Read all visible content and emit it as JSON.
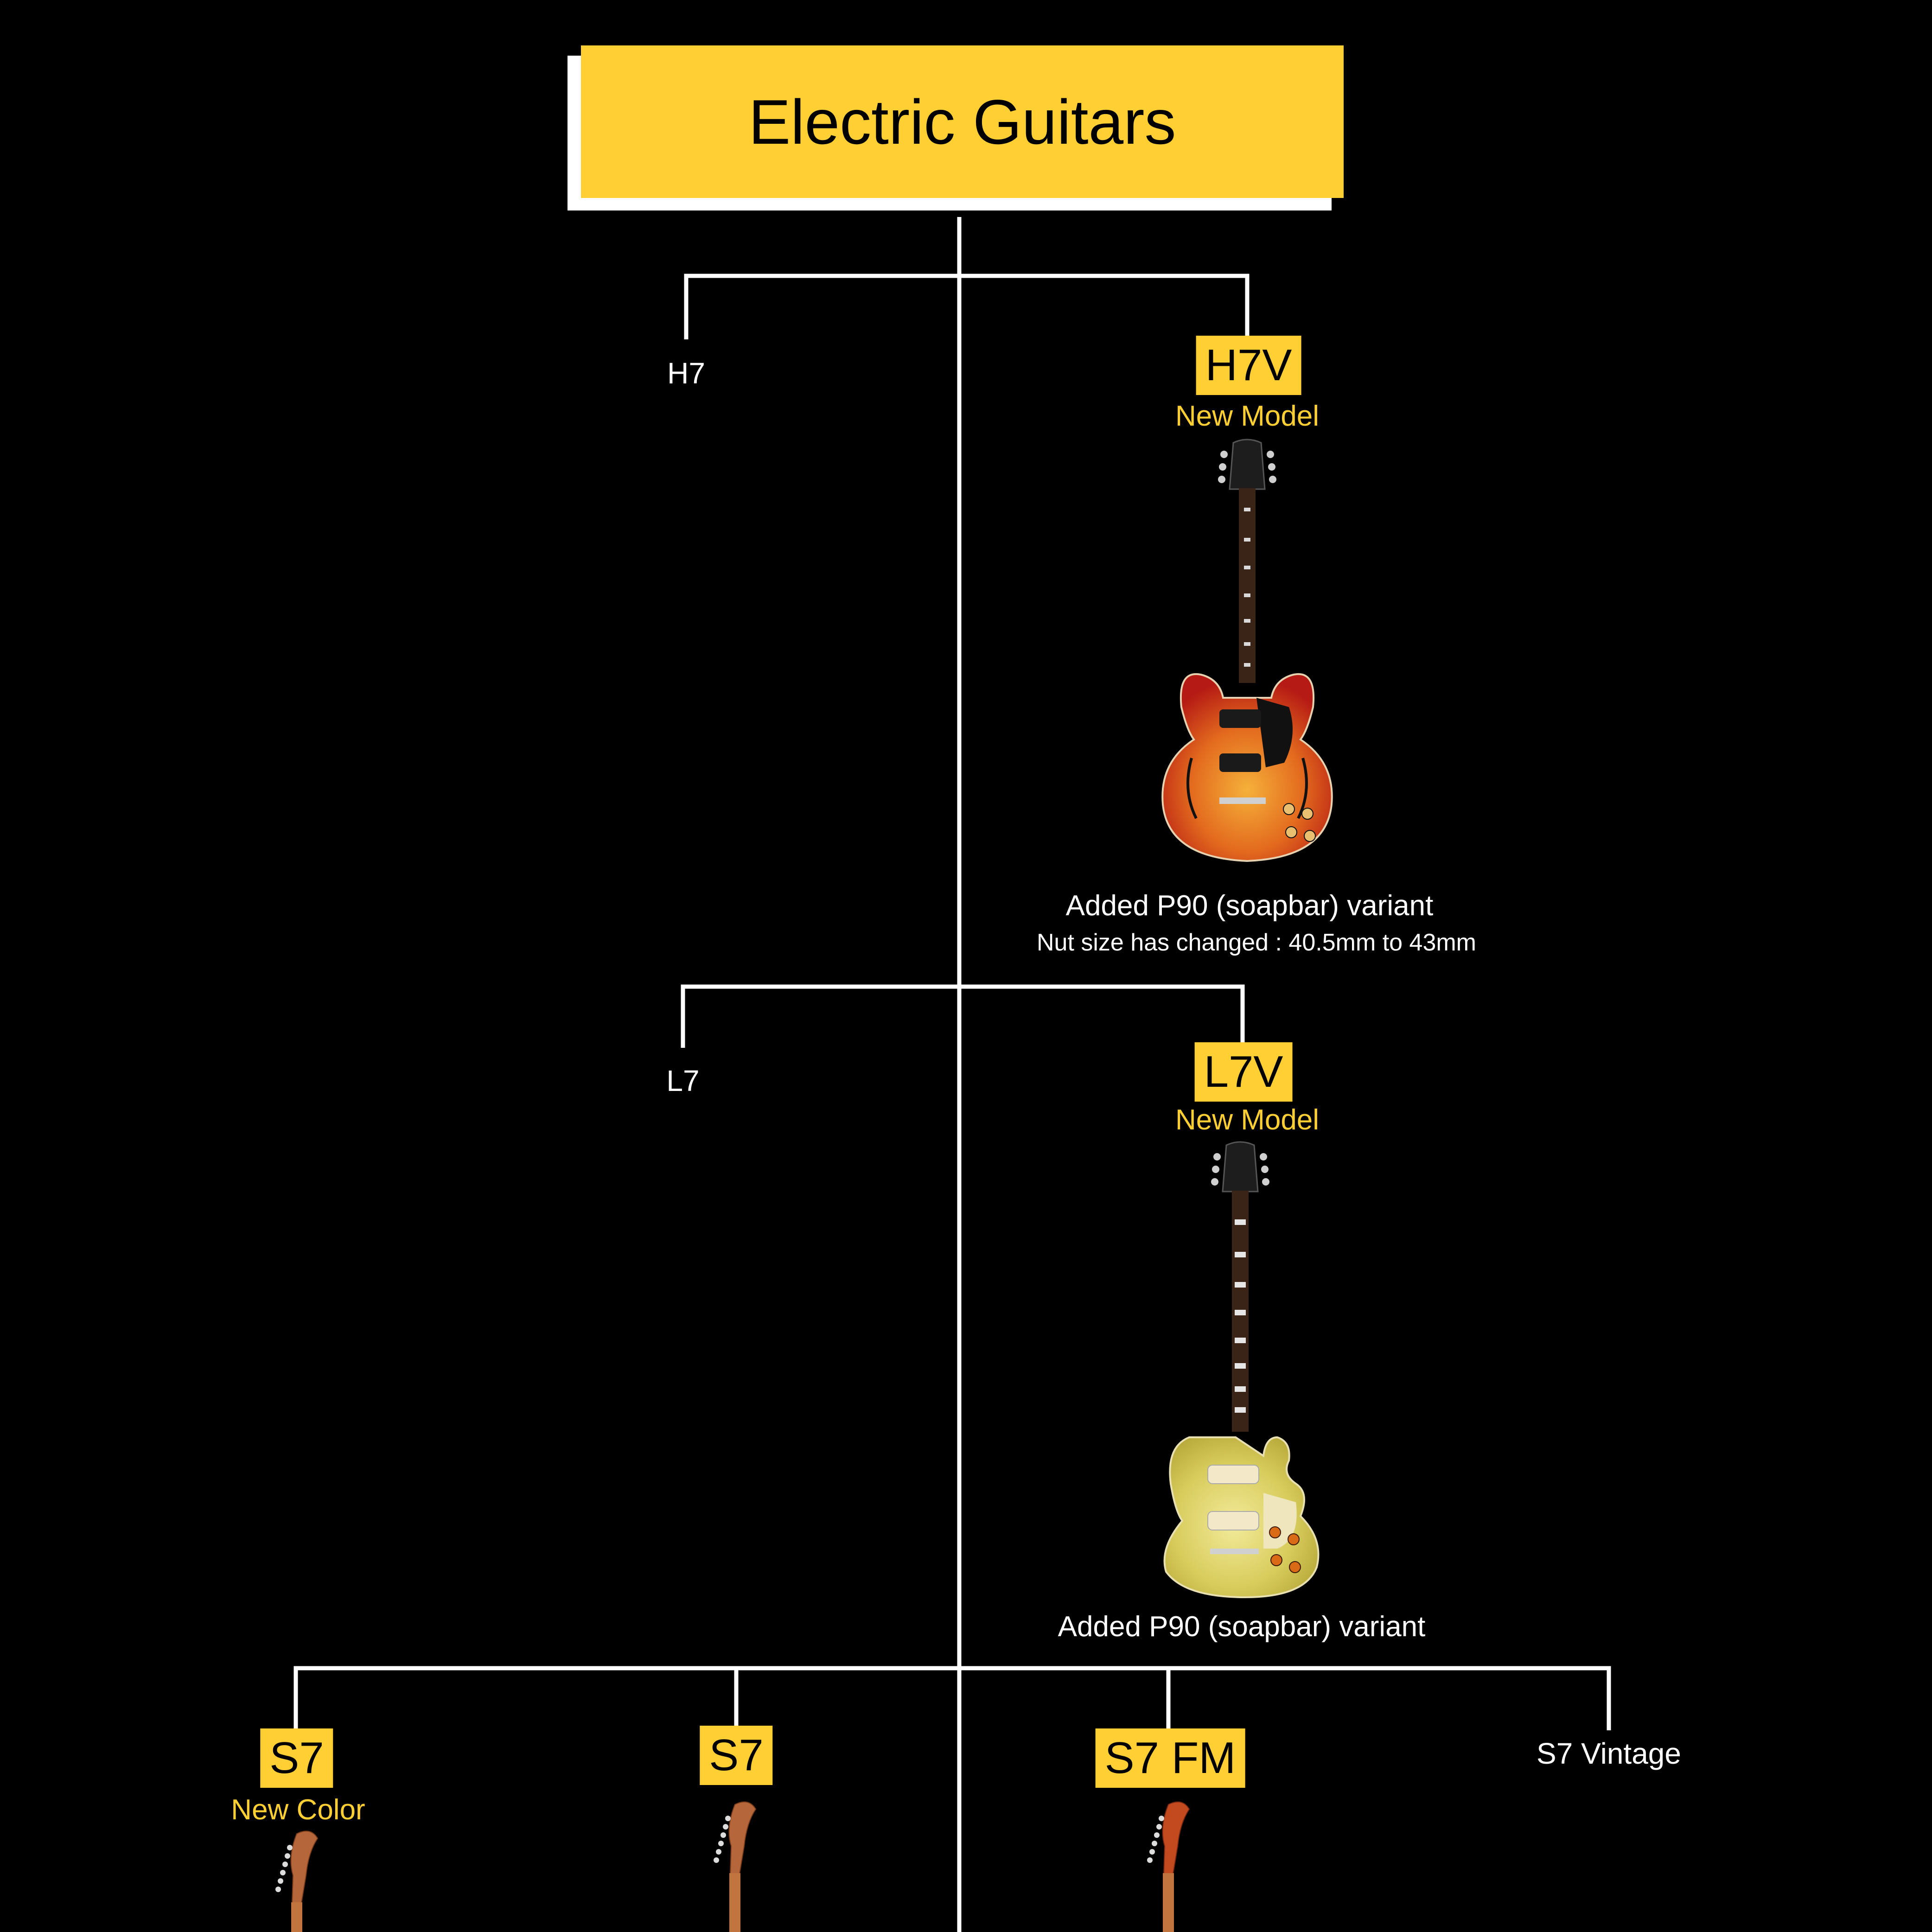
{
  "title": "Electric Guitars",
  "nodes": {
    "h7": {
      "label": "H7"
    },
    "h7v": {
      "tag": "H7V",
      "status": "New Model",
      "notes": [
        "Added P90 (soapbar) variant",
        "Nut size has changed : 40.5mm to 43mm"
      ]
    },
    "l7": {
      "label": "L7"
    },
    "l7v": {
      "tag": "L7V",
      "status": "New Model",
      "notes": [
        "Added P90 (soapbar) variant"
      ]
    },
    "s7_new_color": {
      "tag": "S7",
      "status": "New Color"
    },
    "s7": {
      "tag": "S7"
    },
    "s7_fm": {
      "tag": "S7 FM"
    },
    "s7_vintage": {
      "label": "S7 Vintage"
    }
  },
  "colors": {
    "background": "#000000",
    "accent": "#ffcf33",
    "lines": "#ffffff"
  },
  "icons": {
    "h7v": "semi-hollow-guitar-icon",
    "l7v": "single-cut-guitar-icon",
    "s7": "strat-headstock-icon"
  }
}
